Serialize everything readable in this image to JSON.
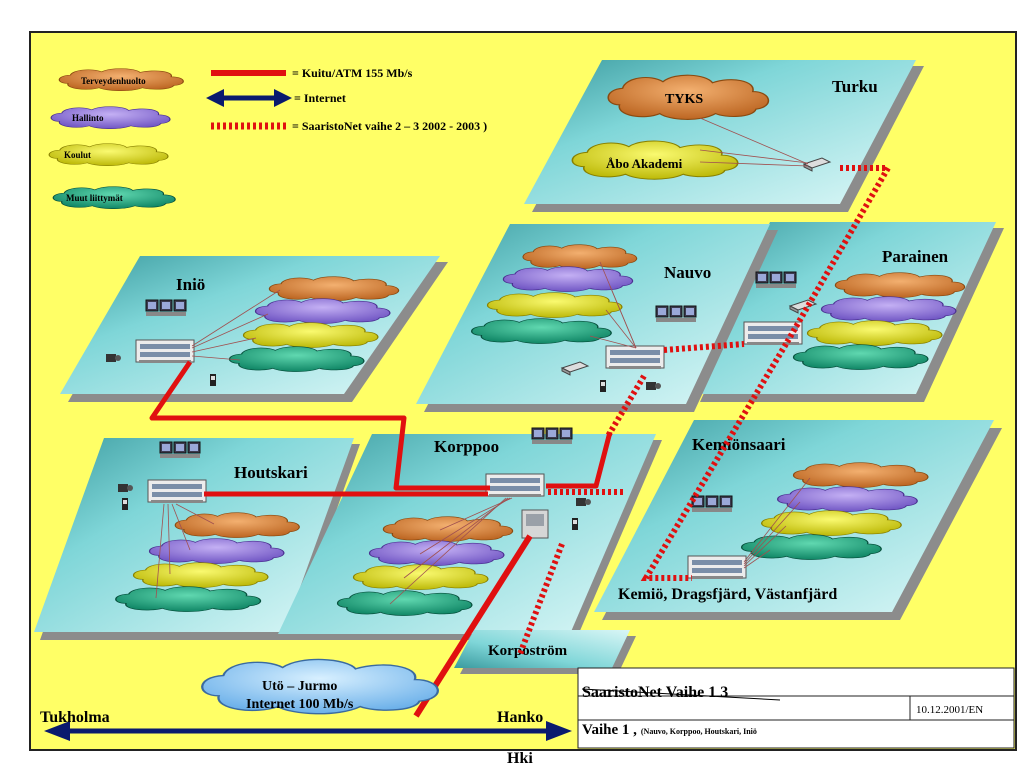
{
  "diagram": {
    "legend": {
      "cloud_terveys": "Terveydenhuolto",
      "cloud_hallinto": "Hallinto",
      "cloud_koulut": "Koulut",
      "cloud_muut": "Muut liittymät",
      "line_fiber": "= Kuitu/ATM 155 Mb/s",
      "line_internet": "= Internet",
      "line_future": "= SaaristoNet vaihe 2 – 3  2002 - 2003 )"
    },
    "places": {
      "turku": "Turku",
      "tyks": "TYKS",
      "abo": "Åbo Akademi",
      "parainen": "Parainen",
      "nauvo": "Nauvo",
      "inio": "Iniö",
      "houtskari": "Houtskari",
      "korppoo": "Korppoo",
      "kemionsaari": "Kemiönsaari",
      "kemio_towns": "Kemiö, Dragsfjärd, Västanfjärd",
      "korpostrom": "Korpoström"
    },
    "uto_cloud": {
      "line1": "Utö  – Jurmo",
      "line2": "Internet 100 Mb/s"
    },
    "arrow": {
      "left": "Tukholma",
      "right_top": "Hanko",
      "right_bottom": "Hki"
    },
    "titleblock": {
      "title": "SaaristoNet Vaihe 1    3",
      "subtitle_main": "Vaihe 1 ,",
      "subtitle_small": "(Nauvo, Korppoo, Houtskari, Iniö",
      "date": "10.12.2001/EN"
    }
  },
  "colors": {
    "background": "#ffff66",
    "platform": "#7fd8d8",
    "platform_shadow": "#8c8c8c",
    "fiber": "#e01010",
    "internet": "#0a1a6e",
    "cloud_terveys": "#e08a3a",
    "cloud_hallinto": "#9a7ee0",
    "cloud_koulut": "#e6e020",
    "cloud_muut": "#1fae88"
  }
}
